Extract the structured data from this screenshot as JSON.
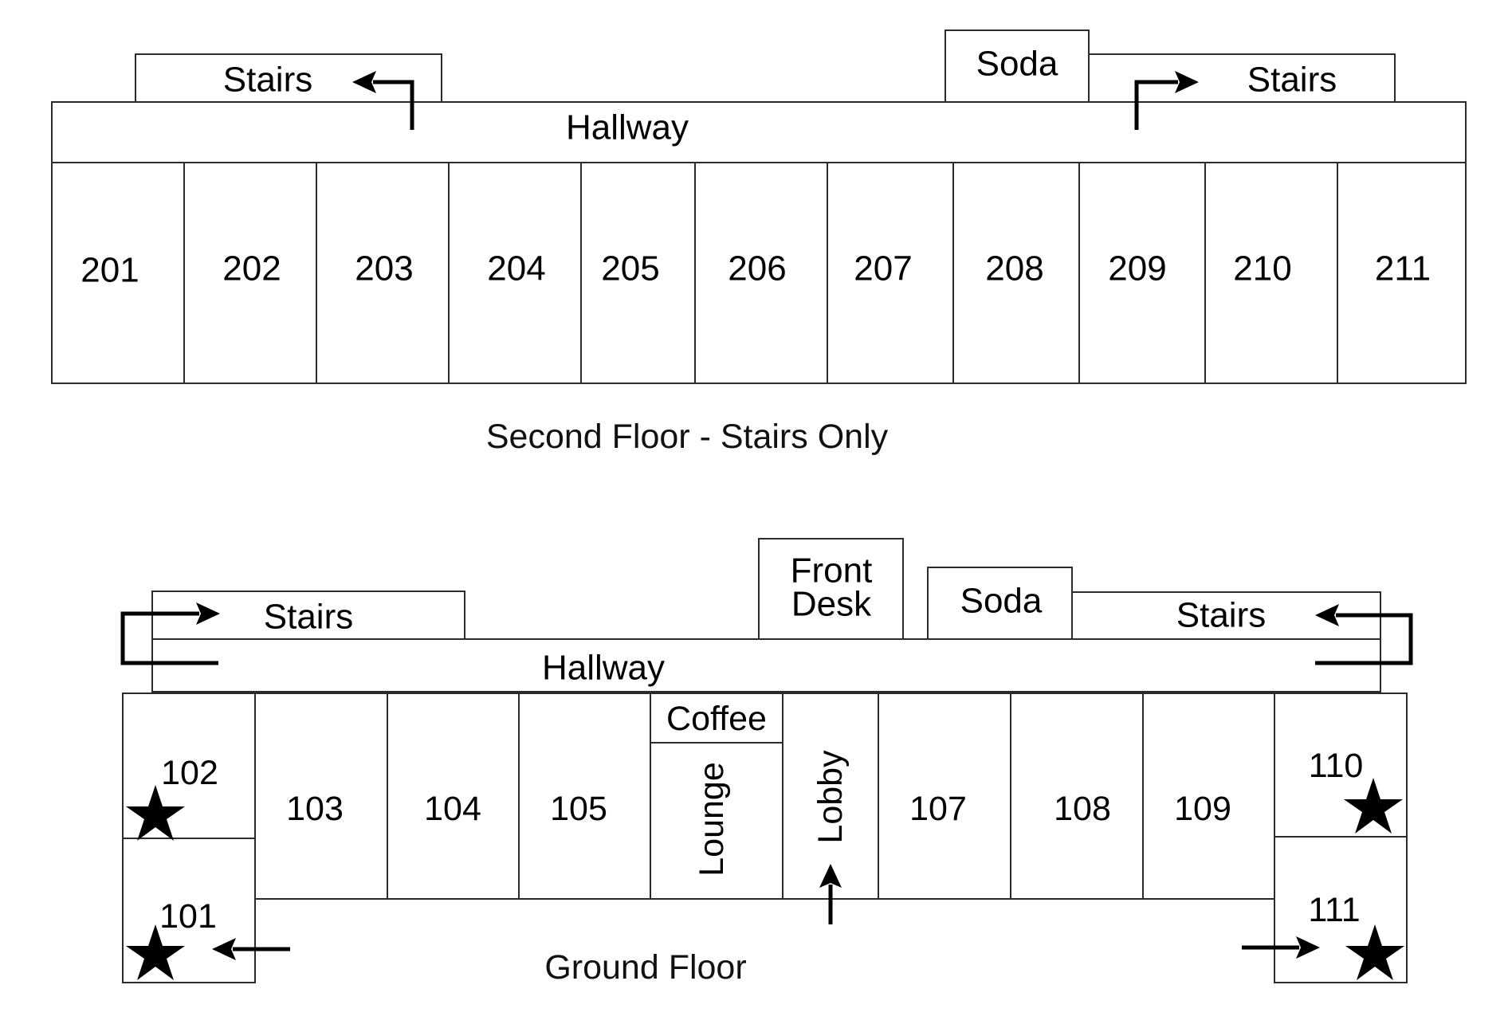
{
  "second_floor": {
    "title": "Second Floor - Stairs Only",
    "stairs_left": "Stairs",
    "stairs_right": "Stairs",
    "soda": "Soda",
    "hallway": "Hallway",
    "rooms": [
      "201",
      "202",
      "203",
      "204",
      "205",
      "206",
      "207",
      "208",
      "209",
      "210",
      "211"
    ]
  },
  "ground_floor": {
    "title": "Ground Floor",
    "stairs_left": "Stairs",
    "stairs_right": "Stairs",
    "front_desk_line1": "Front",
    "front_desk_line2": "Desk",
    "soda": "Soda",
    "hallway": "Hallway",
    "coffee": "Coffee",
    "lounge": "Lounge",
    "lobby": "Lobby",
    "rooms": {
      "r101": "101",
      "r102": "102",
      "r103": "103",
      "r104": "104",
      "r105": "105",
      "r107": "107",
      "r108": "108",
      "r109": "109",
      "r110": "110",
      "r111": "111"
    },
    "starred_rooms": [
      "102",
      "101",
      "110",
      "111"
    ]
  },
  "colors": {
    "line": "#2b2b2b",
    "text": "#000000"
  }
}
